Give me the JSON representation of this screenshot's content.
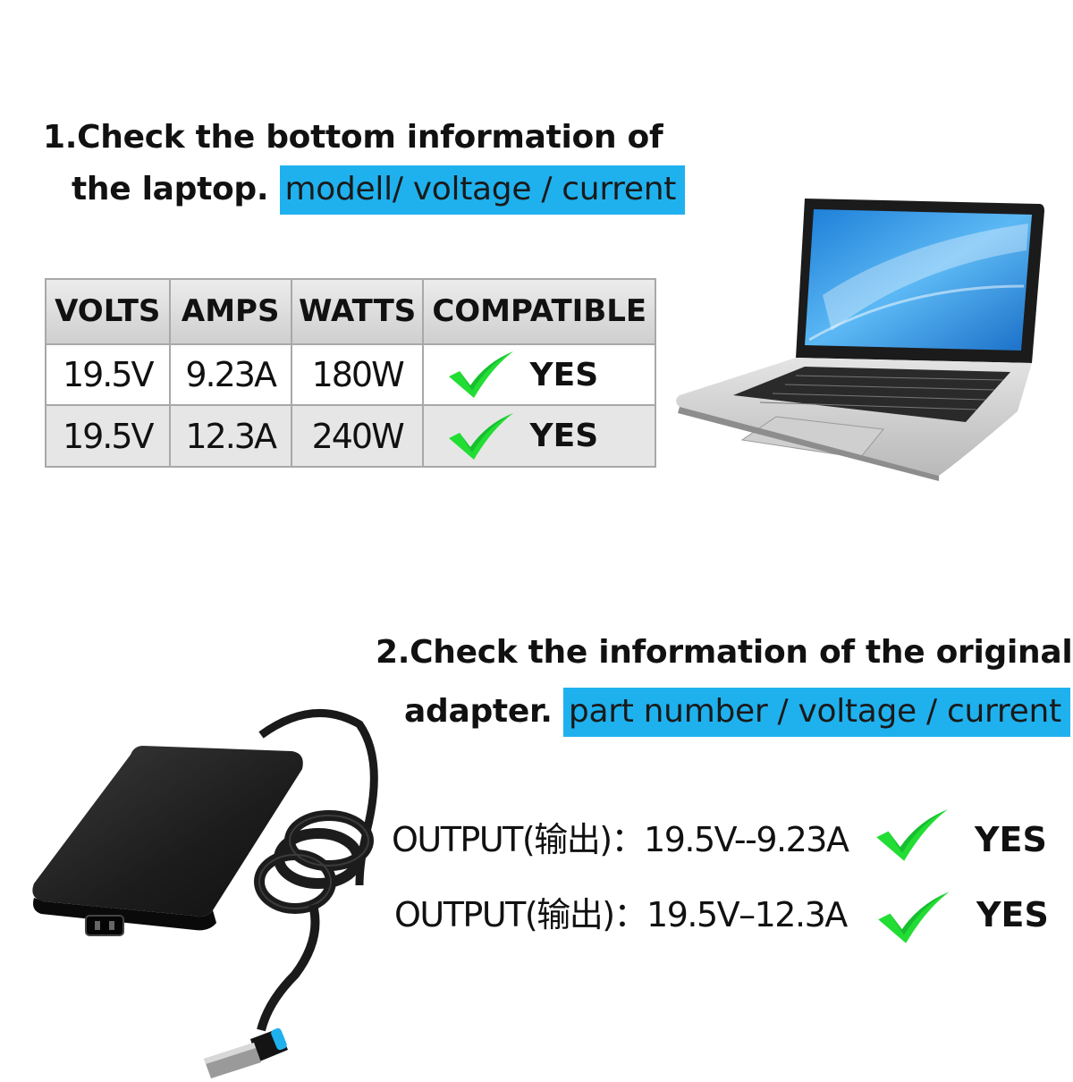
{
  "section1": {
    "line1": "1.Check the bottom information of",
    "line2_prefix": "the laptop.",
    "line2_highlight": "modell/ voltage / current"
  },
  "table": {
    "headers": [
      "VOLTS",
      "AMPS",
      "WATTS",
      "COMPATIBLE"
    ],
    "rows": [
      {
        "volts": "19.5V",
        "amps": "9.23A",
        "watts": "180W",
        "compatible": "YES"
      },
      {
        "volts": "19.5V",
        "amps": "12.3A",
        "watts": "240W",
        "compatible": "YES"
      }
    ]
  },
  "section2": {
    "line1": "2.Check the information of the original",
    "line2_prefix": "adapter.",
    "line2_highlight": "part number / voltage / current"
  },
  "outputs": [
    {
      "label": "OUTPUT(输出)：19.5V--9.23A",
      "status": "YES"
    },
    {
      "label": "OUTPUT(输出)：19.5V–12.3A",
      "status": "YES"
    }
  ],
  "colors": {
    "highlight": "#1fb1ee",
    "check": "#22dd33"
  },
  "icons": {
    "check": "check-mark-icon",
    "laptop": "laptop-image",
    "adapter": "power-adapter-image"
  }
}
